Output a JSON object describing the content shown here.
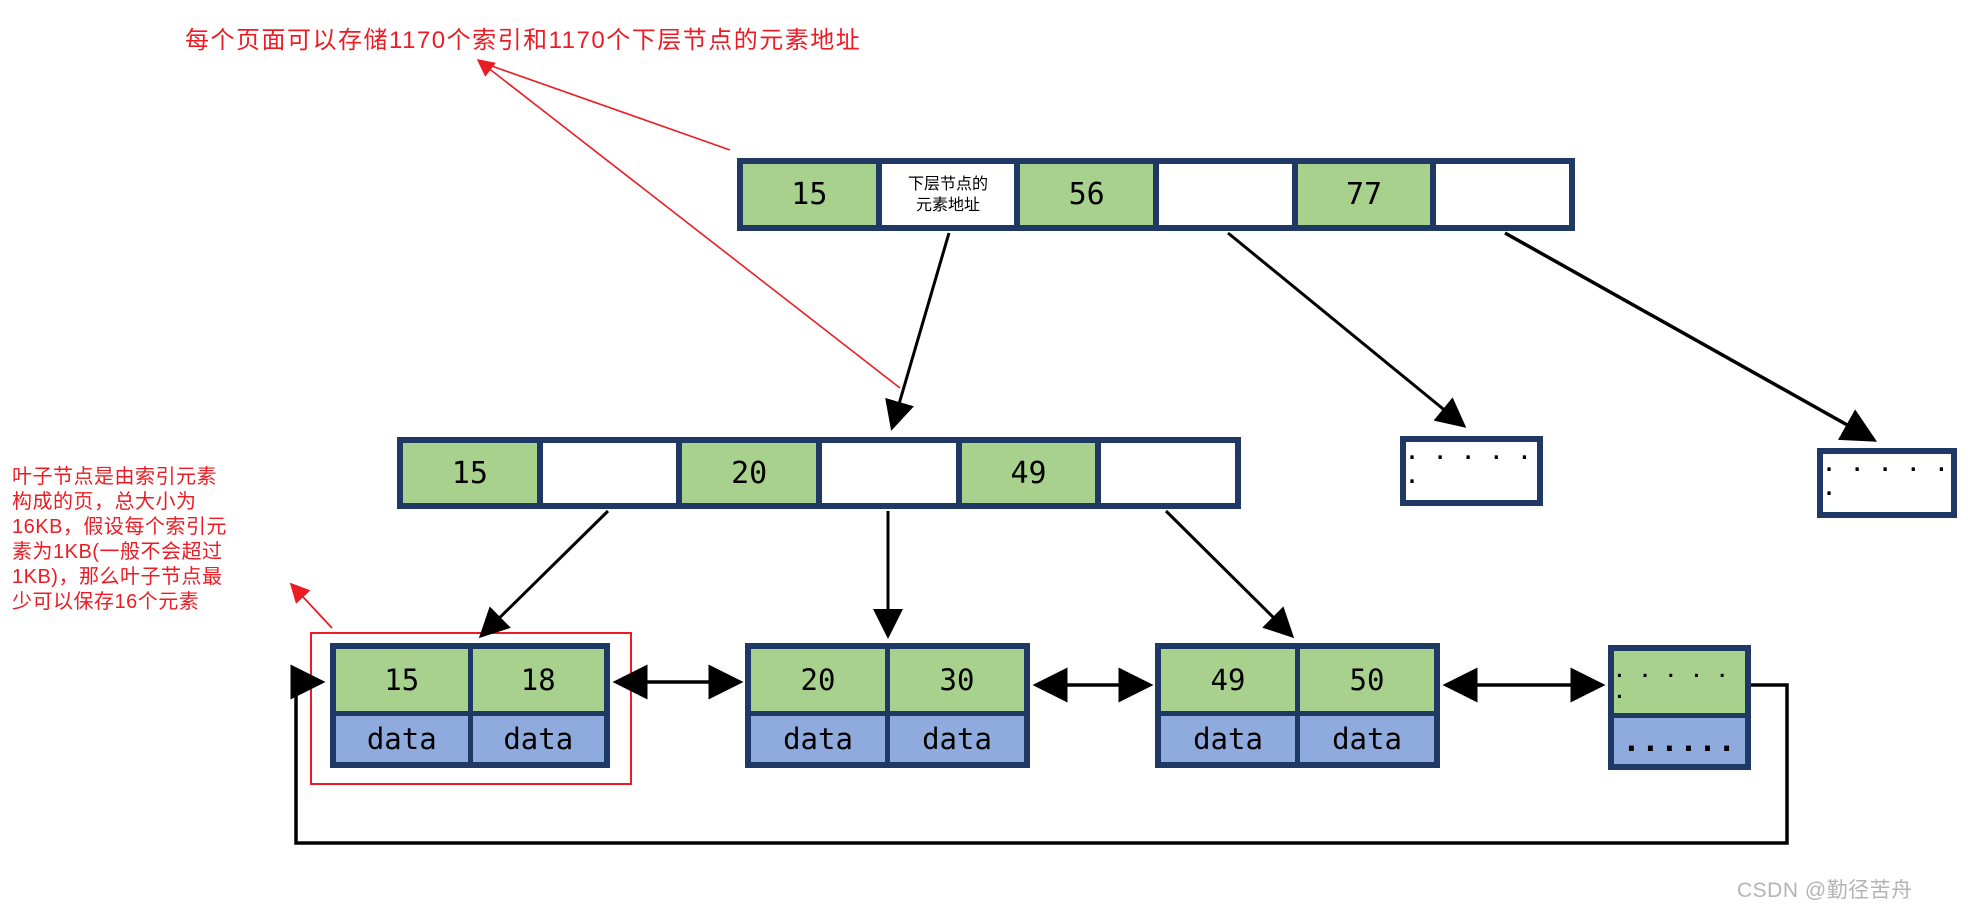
{
  "annotations": {
    "top_note": "每个页面可以存储1170个索引和1170个下层节点的元素地址",
    "left_note_lines": [
      "叶子节点是由索引元素",
      "构成的页，总大小为",
      "16KB，假设每个索引元",
      "素为1KB(一般不会超过",
      "1KB)，那么叶子节点最",
      "少可以保存16个元素"
    ],
    "watermark": "CSDN @勤径苦舟"
  },
  "root_node": {
    "key1": "15",
    "pointer_line1": "下层节点的",
    "pointer_line2": "元素地址",
    "key2": "56",
    "key3": "77"
  },
  "internal_node": {
    "key1": "15",
    "key2": "20",
    "key3": "49"
  },
  "ellipsis_nodes": {
    "left": ". . . . . .",
    "right": ". . . . . ."
  },
  "leaf_nodes": [
    {
      "keys": [
        "15",
        "18"
      ],
      "values": [
        "data",
        "data"
      ]
    },
    {
      "keys": [
        "20",
        "30"
      ],
      "values": [
        "data",
        "data"
      ]
    },
    {
      "keys": [
        "49",
        "50"
      ],
      "values": [
        "data",
        "data"
      ]
    },
    {
      "keys": [
        ". . . . . ."
      ],
      "values": [
        "......"
      ]
    }
  ],
  "colors": {
    "node_border": "#1F3864",
    "key_cell": "#A9D18E",
    "data_cell": "#8FAADC",
    "annotation_red": "#EC1C24",
    "arrow_black": "#000000",
    "watermark_gray": "#b4b4b4"
  }
}
